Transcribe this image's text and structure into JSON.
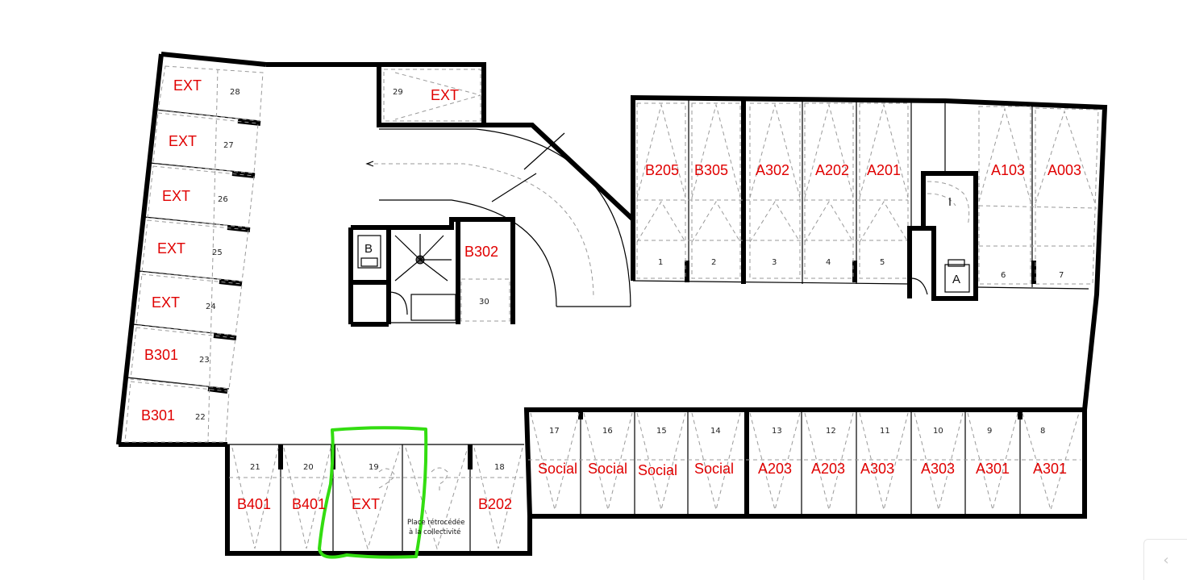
{
  "floorplan": {
    "colors": {
      "label": "#e00000",
      "wall": "#000000",
      "highlight": "#33dd11"
    },
    "spaces": [
      {
        "id": "1",
        "label": "B205"
      },
      {
        "id": "2",
        "label": "B305"
      },
      {
        "id": "3",
        "label": "A302"
      },
      {
        "id": "4",
        "label": "A202"
      },
      {
        "id": "5",
        "label": "A201"
      },
      {
        "id": "6",
        "label": "A103"
      },
      {
        "id": "7",
        "label": "A003"
      },
      {
        "id": "8",
        "label": "A301"
      },
      {
        "id": "9",
        "label": "A301"
      },
      {
        "id": "10",
        "label": "A303"
      },
      {
        "id": "11",
        "label": "A303"
      },
      {
        "id": "12",
        "label": "A203"
      },
      {
        "id": "13",
        "label": "A203"
      },
      {
        "id": "14",
        "label": "Social"
      },
      {
        "id": "15",
        "label": "Social"
      },
      {
        "id": "16",
        "label": "Social"
      },
      {
        "id": "17",
        "label": "Social"
      },
      {
        "id": "18",
        "label": "B202"
      },
      {
        "id": "19",
        "label": "EXT"
      },
      {
        "id": "20",
        "label": "B401"
      },
      {
        "id": "21",
        "label": "B401"
      },
      {
        "id": "22",
        "label": "B301"
      },
      {
        "id": "23",
        "label": "B301"
      },
      {
        "id": "24",
        "label": "EXT"
      },
      {
        "id": "25",
        "label": "EXT"
      },
      {
        "id": "26",
        "label": "EXT"
      },
      {
        "id": "27",
        "label": "EXT"
      },
      {
        "id": "28",
        "label": "EXT"
      },
      {
        "id": "29",
        "label": "EXT"
      },
      {
        "id": "30",
        "label": "B302"
      }
    ],
    "retroceded_note": [
      "Place rétrocédée",
      "à la collectivité"
    ],
    "stair_b": "B",
    "stair_a": "A",
    "highlighted_space": "19"
  },
  "ui": {
    "scroll_icon": "chevron-left-icon",
    "scroll_glyph": "‹"
  }
}
